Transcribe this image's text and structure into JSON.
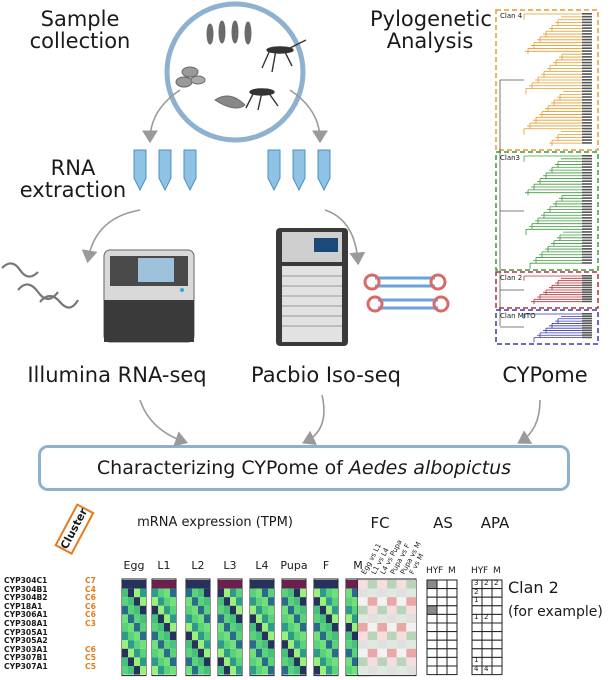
{
  "workflow": {
    "sample_collection": [
      "Sample",
      "collection"
    ],
    "rna_extraction": [
      "RNA",
      "extraction"
    ],
    "phylo": [
      "Pylogenetic",
      "Analysis"
    ],
    "illumina": "Illumina RNA-seq",
    "pacbio": "Pacbio Iso-seq",
    "cypome": "CYPome",
    "main_title_prefix": "Characterizing CYPome of ",
    "main_title_species": "Aedes albopictus"
  },
  "tree": {
    "clans": [
      {
        "label": "Clan 4",
        "color": "#e39b2d"
      },
      {
        "label": "Clan3",
        "color": "#3c9a3c"
      },
      {
        "label": "Clan 2",
        "color": "#b0303a"
      },
      {
        "label": "Clan MITO",
        "color": "#3a3ab0"
      }
    ]
  },
  "heatmap": {
    "title": "mRNA expression (TPM)",
    "cluster_label": "Cluster",
    "stages": [
      "Egg",
      "L1",
      "L2",
      "L3",
      "L4",
      "Pupa",
      "F",
      "M"
    ],
    "genes": [
      "CYP304C1",
      "CYP304B1",
      "CYP304B2",
      "CYP18A1",
      "CYP306A1",
      "CYP308A1",
      "CYP305A1",
      "CYP305A2",
      "CYP303A1",
      "CYP307B1",
      "CYP307A1"
    ],
    "clusters": [
      "C7",
      "C4",
      "C6",
      "C6",
      "C6",
      "C3",
      "",
      "",
      "C6",
      "C5",
      "C5"
    ]
  },
  "fc": {
    "title": "FC",
    "columns": [
      "Egg vs L1",
      "L1 vs L4",
      "L4 vs Pupa",
      "Pupa vs F",
      "Pupa vs M",
      "F vs M"
    ]
  },
  "as": {
    "title": "AS",
    "columns": [
      "HY",
      "F",
      "M"
    ]
  },
  "apa": {
    "title": "APA",
    "columns": [
      "HY",
      "F",
      "M"
    ],
    "values": [
      [
        "3",
        "2",
        "2"
      ],
      [
        "2",
        "",
        ""
      ],
      [
        "1",
        "",
        ""
      ],
      [
        "",
        "",
        ""
      ],
      [
        "1",
        "2",
        ""
      ],
      [
        "",
        "",
        ""
      ],
      [
        "",
        "",
        ""
      ],
      [
        "",
        "",
        ""
      ],
      [
        "",
        "",
        ""
      ],
      [
        "1",
        "",
        ""
      ],
      [
        "4",
        "4",
        ""
      ]
    ]
  },
  "clan_note": [
    "Clan 2",
    "(for example)"
  ]
}
